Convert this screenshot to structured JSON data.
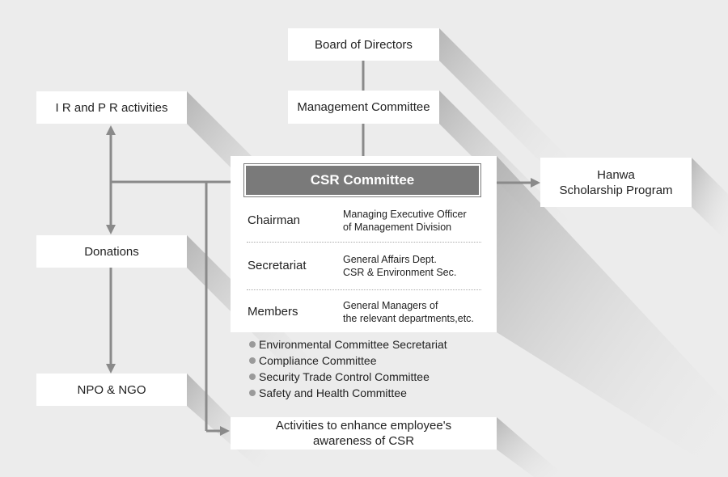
{
  "boxes": {
    "board": "Board of Directors",
    "management": "Management Committee",
    "irpr": "I R and P R activities",
    "donations": "Donations",
    "npo": "NPO & NGO",
    "hanwa": "Hanwa\nScholarship Program",
    "activities": "Activities to enhance employee's\nawareness of CSR"
  },
  "csr": {
    "title": "CSR Committee",
    "rows": [
      {
        "label": "Chairman",
        "value": "Managing Executive Officer\nof Management Division"
      },
      {
        "label": "Secretariat",
        "value": "General Affairs Dept.\nCSR & Environment Sec."
      },
      {
        "label": "Members",
        "value": "General Managers of\nthe relevant departments,etc."
      }
    ]
  },
  "sub_committees": [
    "Environmental Committee Secretariat",
    "Compliance Committee",
    "Security Trade Control Committee",
    "Safety and Health Committee"
  ]
}
